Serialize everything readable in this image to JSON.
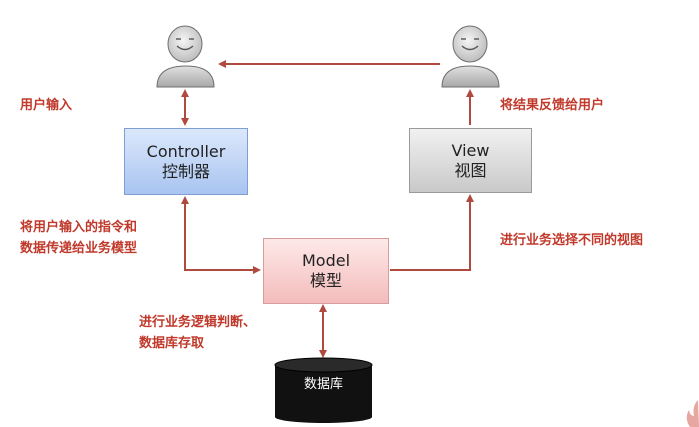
{
  "nodes": {
    "controller": {
      "en": "Controller",
      "zh": "控制器"
    },
    "view": {
      "en": "View",
      "zh": "视图"
    },
    "model": {
      "en": "Model",
      "zh": "模型"
    },
    "database": {
      "label": "数据库"
    }
  },
  "labels": {
    "user_input": "用户输入",
    "feedback_to_user": "将结果反馈给用户",
    "pass_to_model_line1": "将用户输入的指令和",
    "pass_to_model_line2": "数据传递给业务模型",
    "select_view": "进行业务选择不同的视图",
    "model_work_line1": "进行业务逻辑判断、",
    "model_work_line2": "数据库存取"
  },
  "colors": {
    "arrow": "#b04a3f",
    "label_text": "#c0392b",
    "controller_fill": "#a9c4f1",
    "view_fill": "#c9c9c9",
    "model_fill": "#f4bcbc",
    "database_fill": "#111111"
  }
}
